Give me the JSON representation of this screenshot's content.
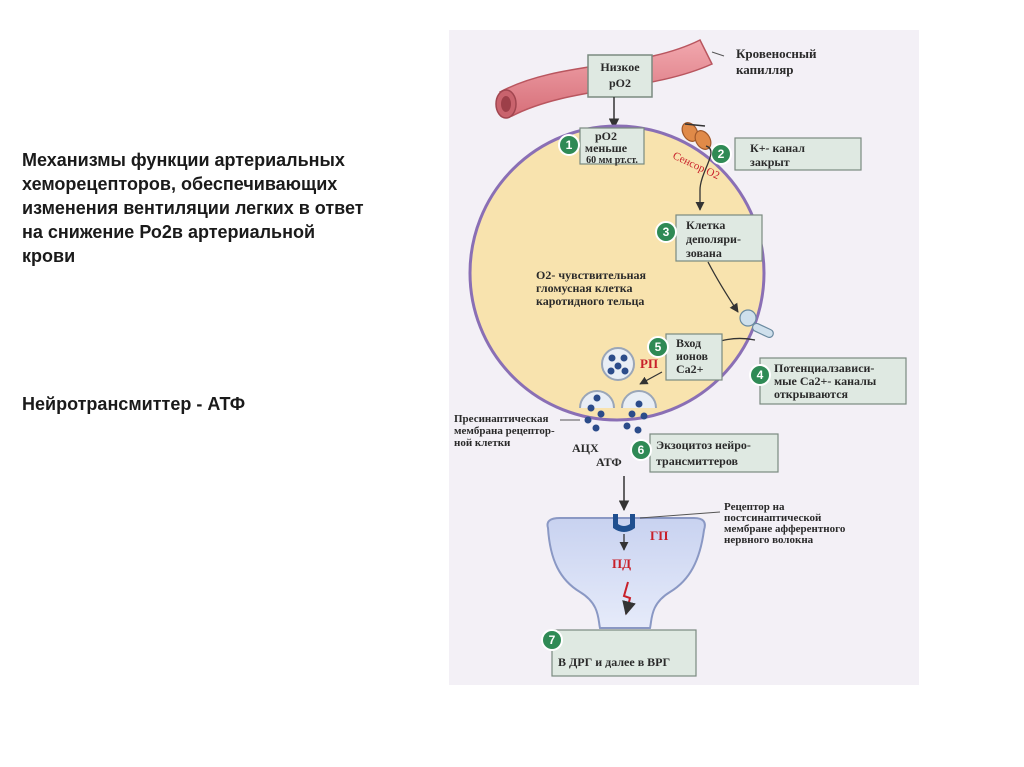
{
  "caption": {
    "heading": "Механизмы функции артериальных хеморецепторов, обеспечивающих изменения вентиляции легких в ответ на снижение Ро2в артериальной крови",
    "neurotransmitter": "Нейротрансмиттер - АТФ"
  },
  "diagram": {
    "capillary_label_1": "Кровеносный",
    "capillary_label_2": "капилляр",
    "low_po2_1": "Низкое",
    "low_po2_2": "pO2",
    "step1": {
      "num": "1",
      "line1": "pO2",
      "line2": "меньше",
      "line3": "60 мм рт.ст."
    },
    "sensor": "Сенсор О2",
    "step2": {
      "num": "2",
      "line1": "К+- канал",
      "line2": "закрыт"
    },
    "step3": {
      "num": "3",
      "line1": "Клетка",
      "line2": "деполяри-",
      "line3": "зована"
    },
    "cell_label_1": "О2- чувствительная",
    "cell_label_2": "гломусная клетка",
    "cell_label_3": "каротидного тельца",
    "step4": {
      "num": "4",
      "line1": "Потенциалзависи-",
      "line2": "мые Са2+- каналы",
      "line3": "открываются"
    },
    "step5": {
      "num": "5",
      "line1": "Вход",
      "line2": "ионов",
      "line3": "Са2+"
    },
    "rp": "РП",
    "presyn_1": "Пресинаптическая",
    "presyn_2": "мембрана рецептор-",
    "presyn_3": "ной клетки",
    "ach": "АЦХ",
    "atp": "АТФ",
    "step6": {
      "num": "6",
      "line1": "Экзоцитоз нейро-",
      "line2": "трансмиттеров"
    },
    "receptor_1": "Рецептор на",
    "receptor_2": "постсинаптической",
    "receptor_3": "мембране афферентного",
    "receptor_4": "нервного волокна",
    "gp": "ГП",
    "pd": "ПД",
    "step7": {
      "num": "7",
      "line1": "В ДРГ и далее в ВРГ"
    }
  },
  "colors": {
    "cell_fill": "#f8e3ae",
    "cell_stroke": "#8a6fb5",
    "badge": "#2f8a55",
    "box_fill": "#dfe9e2",
    "vessel": "#e58a93",
    "vesicle_dot": "#2c4c8a",
    "red_text": "#c8202a"
  }
}
